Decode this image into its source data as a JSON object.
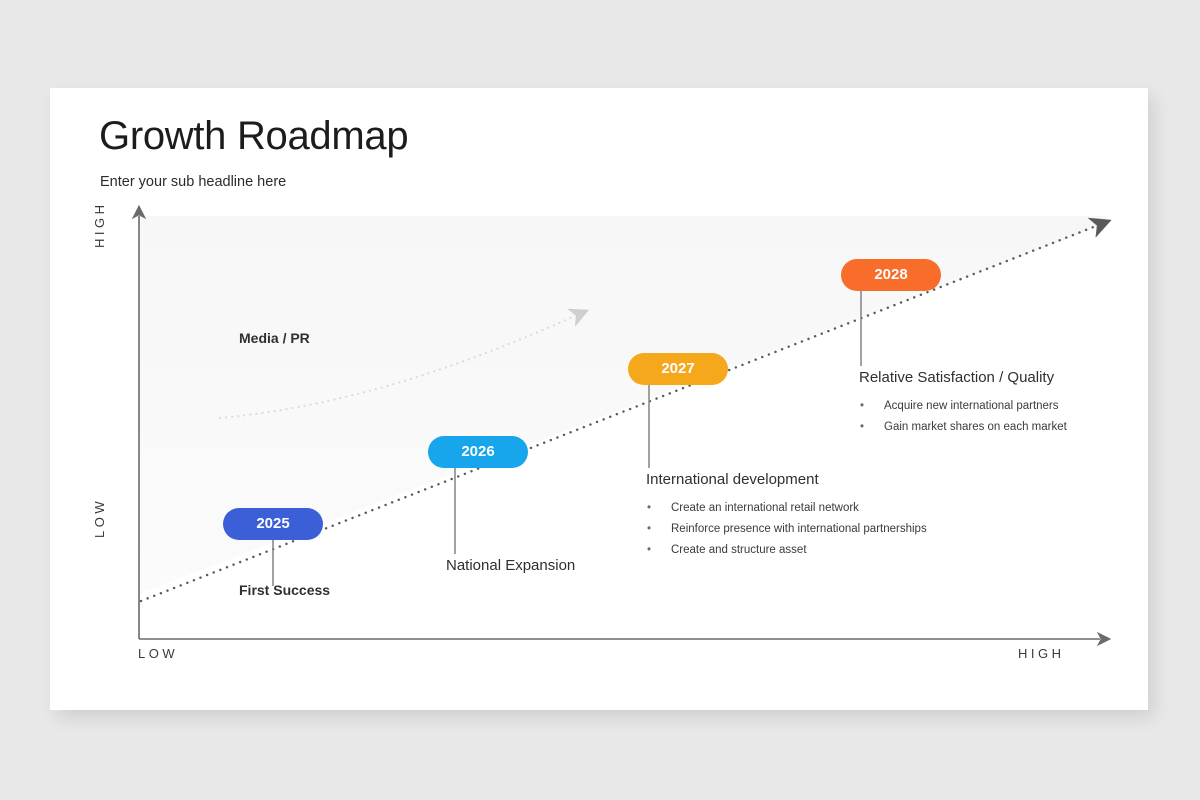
{
  "background_color": "#e8e8e8",
  "card": {
    "background": "#ffffff"
  },
  "header": {
    "title": "Growth Roadmap",
    "subtitle": "Enter your sub headline here"
  },
  "axes": {
    "y_high_label": "HIGH",
    "y_low_label": "LOW",
    "x_low_label": "LOW",
    "x_high_label": "HIGH",
    "axis_color": "#6b6b6b"
  },
  "annotations": {
    "media_pr_label": "Media / PR",
    "trend_line_color": "#5a5a5a",
    "secondary_curve_color": "#dcdcdc"
  },
  "chart_data": {
    "type": "scatter",
    "title": "Growth Roadmap",
    "subtitle": "Enter your sub headline here",
    "xlabel": "",
    "ylabel": "",
    "x_axis_ticks": [
      "LOW",
      "HIGH"
    ],
    "y_axis_ticks": [
      "LOW",
      "HIGH"
    ],
    "grid": false,
    "legend": "none",
    "categories": [
      "2025",
      "2026",
      "2027",
      "2028"
    ],
    "series": [
      {
        "name": "Milestones",
        "points": [
          {
            "label": "2025",
            "x": 0.11,
            "y": 0.13,
            "color": "#3b5fd6"
          },
          {
            "label": "2026",
            "x": 0.34,
            "y": 0.31,
            "color": "#17a5ec"
          },
          {
            "label": "2027",
            "x": 0.54,
            "y": 0.52,
            "color": "#f5a81c"
          },
          {
            "label": "2028",
            "x": 0.77,
            "y": 0.75,
            "color": "#f96d2b"
          }
        ]
      }
    ],
    "trend": {
      "type": "dotted-arrow",
      "from": [
        0.0,
        0.07
      ],
      "to": [
        1.0,
        0.97
      ]
    },
    "secondary_trend": {
      "type": "dotted-curve-arrow",
      "label": "Media / PR"
    }
  },
  "milestones": [
    {
      "year": "2025",
      "color": "#3b5fd6",
      "title": "First Success",
      "title_bold": true,
      "bullets": []
    },
    {
      "year": "2026",
      "color": "#17a5ec",
      "title": "National Expansion",
      "title_bold": false,
      "bullets": []
    },
    {
      "year": "2027",
      "color": "#f5a81c",
      "title": "International development",
      "title_bold": false,
      "bullets": [
        "Create an international retail network",
        "Reinforce presence with international partnerships",
        "Create and structure asset"
      ]
    },
    {
      "year": "2028",
      "color": "#f96d2b",
      "title": "Relative Satisfaction / Quality",
      "title_bold": false,
      "bullets": [
        "Acquire new international partners",
        "Gain market shares on each market"
      ]
    }
  ],
  "bullet_glyph": "•"
}
